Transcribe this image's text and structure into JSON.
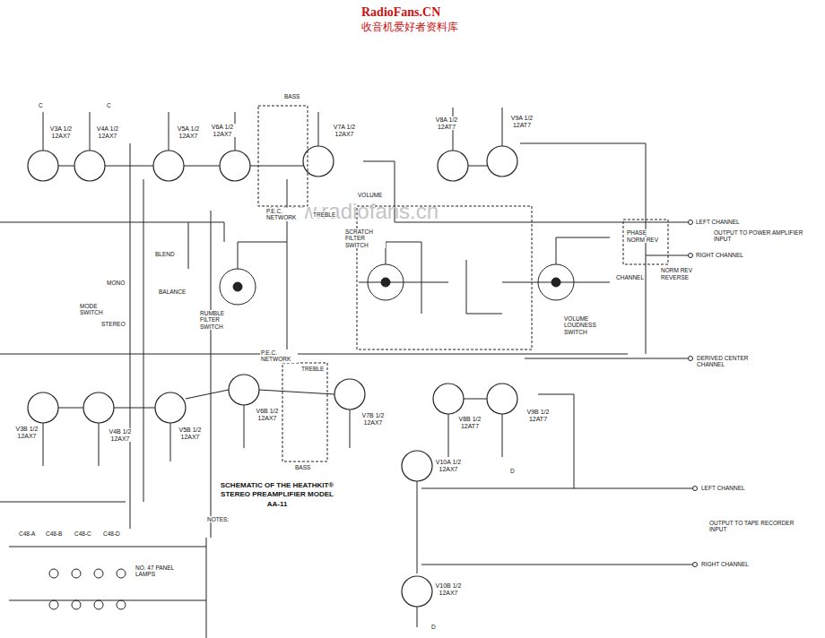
{
  "diagram": {
    "title": "SCHEMATIC OF THE HEATHKIT® STEREO PREAMPLIFIER MODEL AA-11",
    "nodes": [
      {
        "text": [
          "V3A 1/2 12AX7"
        ]
      },
      {
        "text": [
          "V4A 1/2 12AX7"
        ]
      },
      {
        "text": [
          "V5A 1/2 12AX7"
        ]
      },
      {
        "text": [
          "V6A 1/2 12AX7"
        ]
      },
      {
        "text": [
          "V7A 1/2 12AX7"
        ]
      },
      {
        "text": [
          "V8A 1/2 12AT7"
        ]
      },
      {
        "text": [
          "V9A 1/2 12AT7"
        ]
      },
      {
        "text": [
          "V3B 1/2 12AX7"
        ]
      },
      {
        "text": [
          "V4B 1/2 12AX7"
        ]
      },
      {
        "text": [
          "V5B 1/2 12AX7"
        ]
      },
      {
        "text": [
          "V6B 1/2 12AX7"
        ]
      },
      {
        "text": [
          "V7B 1/2 12AX7"
        ]
      },
      {
        "text": [
          "V8B 1/2 12AT7"
        ]
      },
      {
        "text": [
          "V9B 1/2 12AT7"
        ]
      },
      {
        "text": [
          "V10A 1/2 12AX7"
        ]
      },
      {
        "text": [
          "V10B 1/2 12AX7"
        ]
      }
    ],
    "labels": [
      "RadioFans.CN",
      "收音机爱好者资料库",
      "www.radiofans.cn",
      "MODE SWITCH",
      "MONO",
      "STEREO",
      "BLEND",
      "BALANCE",
      "RUMBLE FILTER SWITCH",
      "P.E.C. NETWORK",
      "BASS",
      "TREBLE",
      "SCRATCH FILTER SWITCH",
      "VOLUME",
      "VOLUME LOUDNESS SWITCH",
      "LEFT CHANNEL",
      "OUTPUT TO POWER AMPLIFIER INPUT",
      "RIGHT CHANNEL",
      "PHASE",
      "NORM REV",
      "NORM REV",
      "CHANNEL",
      "REVERSE",
      "DERIVED CENTER CHANNEL",
      "P.E.C. NETWORK",
      "TREBLE",
      "BASS",
      "LEFT CHANNEL",
      "OUTPUT TO TAPE RECORDER INPUT",
      "RIGHT CHANNEL",
      "NO. 47 PANEL LAMPS",
      "C48-A",
      "C48-B",
      "C48-C",
      "C48-D",
      "NOTES:",
      "C",
      "C",
      "D",
      "D"
    ]
  }
}
